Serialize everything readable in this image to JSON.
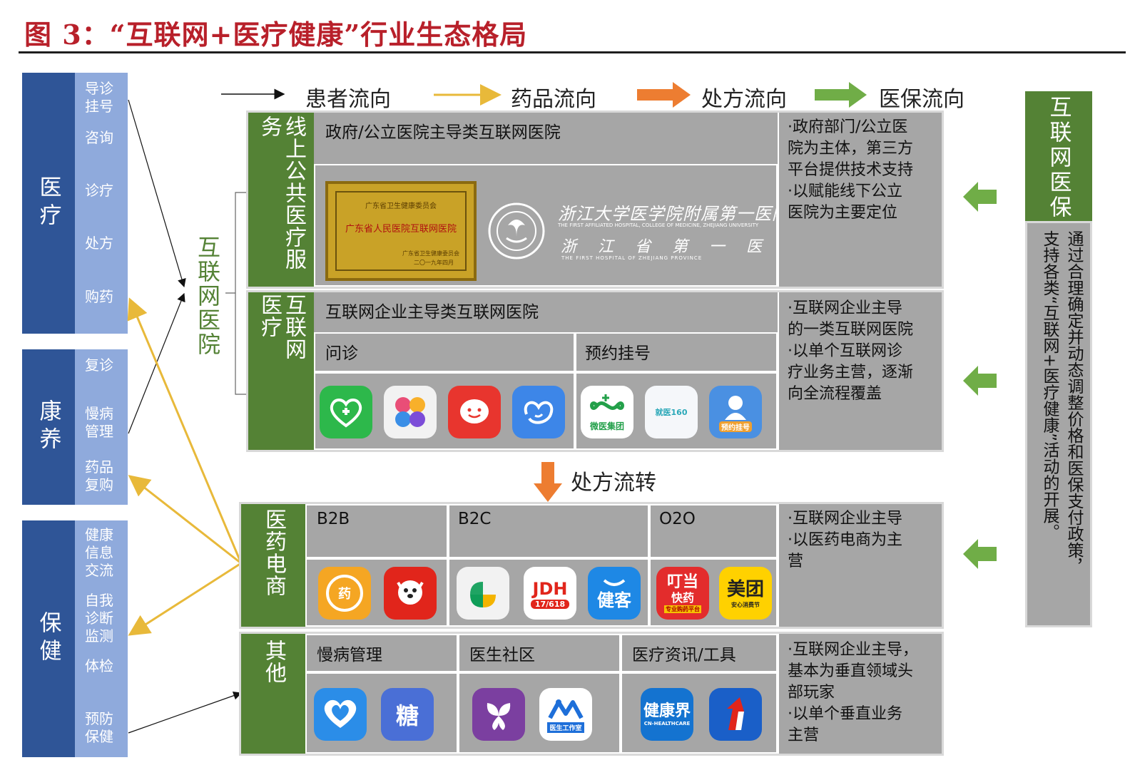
{
  "title": "图 3：“互联网+医疗健康”行业生态格局",
  "legend": {
    "patient": "患者流向",
    "drug": "药品流向",
    "prescription": "处方流向",
    "insurance": "医保流向"
  },
  "colors": {
    "title_red": "#b8202a",
    "blue_dark": "#2f5597",
    "blue_light": "#8faadc",
    "green": "#548235",
    "gray": "#a6a6a6",
    "drug_arrow": "#e8b93a",
    "prescription_arrow": "#ed7d31",
    "insurance_arrow": "#70ad47"
  },
  "categories": [
    {
      "name": "医疗",
      "items": [
        "导诊\n挂号",
        "咨询",
        "诊疗",
        "处方",
        "购药"
      ]
    },
    {
      "name": "康养",
      "items": [
        "复诊",
        "慢病\n管理",
        "药品\n复购"
      ]
    },
    {
      "name": "保健",
      "items": [
        "健康\n信息\n交流",
        "自我\n诊断\n监测",
        "体检",
        "预防\n保健"
      ]
    }
  ],
  "hospital_label": "互联网医院",
  "public_hospital": {
    "label": "线上公共医疗服务",
    "header": "政府/公立医院主导类互联网医院",
    "cert": {
      "line1": "广东省卫生健康委员会",
      "line2": "广东省人民医院互联网医院",
      "line3": "广东省卫生健康委员会",
      "line4": "二〇一九年四月"
    },
    "hospital_name": "浙江大学医学院附属第一医院",
    "hospital_name_en": "THE FIRST AFFILIATED HOSPITAL, COLLEGE OF MEDICINE, ZHEJIANG UNIVERSITY",
    "hospital_name2": "浙江省第一医院",
    "hospital_name2_en": "THE FIRST HOSPITAL OF ZHEJIANG PROVINCE",
    "desc": "·政府部门/公立医\n院为主体，第三方\n平台提供技术支持\n·以赋能线下公立\n医院为主要定位"
  },
  "internet_medical": {
    "label": "互联网医疗",
    "header": "互联网企业主导类互联网医院",
    "sub1": "问诊",
    "sub2": "预约挂号",
    "apps": [
      "微医集团",
      "就医160",
      "预约挂号"
    ],
    "app_icons": [
      "doctor-heart-icon",
      "petal-icon",
      "chat-face-icon",
      "smile-loop-icon"
    ],
    "desc": "·互联网企业主导\n的一类互联网医院\n·以单个互联网诊\n疗业务主营，逐渐\n向全流程覆盖"
  },
  "prescription_flow": "处方流转",
  "pharma": {
    "label": "医药电商",
    "cols": [
      "B2B",
      "B2C",
      "O2O"
    ],
    "apps": [
      "药",
      "JDH",
      "17/618",
      "健客",
      "叮当",
      "快药",
      "专业购药平台",
      "美团",
      "安心消费节"
    ],
    "desc": "·互联网企业主导\n·以医药电商为主\n营"
  },
  "other": {
    "label": "其他",
    "cols": [
      "慢病管理",
      "医生社区",
      "医疗资讯/工具"
    ],
    "apps": [
      "糖",
      "医生工作室",
      "健康界",
      "CN-HEALTHCARE"
    ],
    "desc": "·互联网企业主导，\n基本为垂直领域头\n部玩家\n·以单个垂直业务\n主营"
  },
  "insurance": {
    "label": "互联网医保",
    "col1": "通过合理确定并动态调整价格和医保支付政策，",
    "col2": "支持各类“互联网+医疗健康”活动的开展。"
  }
}
